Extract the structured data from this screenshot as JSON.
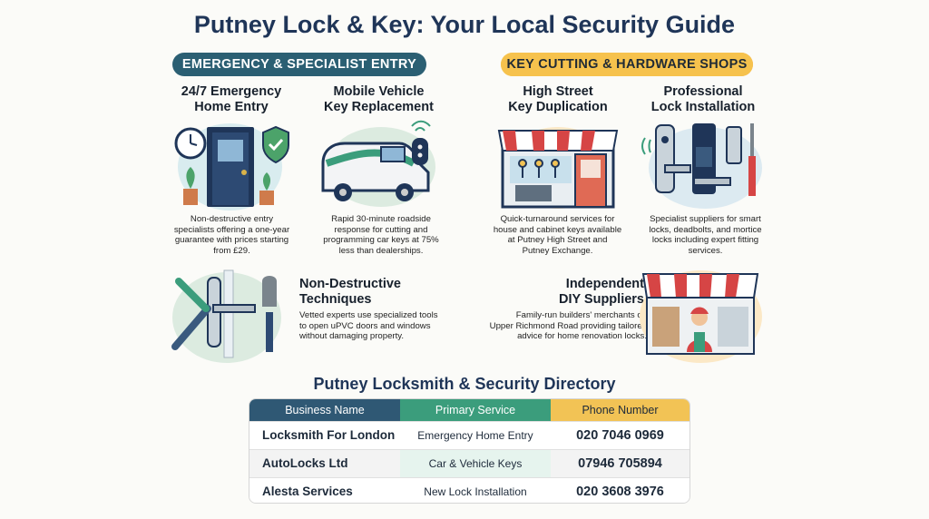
{
  "title": "Putney Lock & Key: Your Local Security Guide",
  "sections": {
    "left_label": "EMERGENCY & SPECIALIST ENTRY",
    "right_label": "KEY CUTTING & HARDWARE SHOPS"
  },
  "cards": {
    "emergency": {
      "heading": [
        "24/7 Emergency",
        "Home Entry"
      ],
      "text": [
        "Non-destructive entry",
        "specialists offering a one-year",
        "guarantee with prices starting",
        "from £29."
      ]
    },
    "vehicle": {
      "heading": [
        "Mobile Vehicle",
        "Key Replacement"
      ],
      "text": [
        "Rapid 30-minute roadside",
        "response for cutting and",
        "programming car keys at 75%",
        "less than dealerships."
      ]
    },
    "duplication": {
      "heading": [
        "High Street",
        "Key Duplication"
      ],
      "text": [
        "Quick-turnaround services for",
        "house and cabinet keys available",
        "at Putney High Street and",
        "Putney Exchange."
      ]
    },
    "installation": {
      "heading": [
        "Professional",
        "Lock Installation"
      ],
      "text": [
        "Specialist suppliers for smart",
        "locks, deadbolts, and mortice",
        "locks including expert fitting",
        "services."
      ]
    },
    "nondestructive": {
      "heading": [
        "Non-Destructive",
        "Techniques"
      ],
      "text": [
        "Vetted experts use specialized tools",
        "to open uPVC doors and windows",
        "without damaging property."
      ]
    },
    "diy": {
      "heading": [
        "Independent",
        "DIY Suppliers"
      ],
      "text": [
        "Family-run builders' merchants on",
        "Upper Richmond Road providing tailored",
        "advice for home renovation locks."
      ]
    }
  },
  "directory": {
    "title": "Putney Locksmith & Security Directory",
    "columns": [
      "Business Name",
      "Primary Service",
      "Phone Number"
    ],
    "rows": [
      {
        "name": "Locksmith For London",
        "service": "Emergency Home Entry",
        "phone": "020 7046 0969"
      },
      {
        "name": "AutoLocks Ltd",
        "service": "Car & Vehicle Keys",
        "phone": "07946 705894"
      },
      {
        "name": "Alesta Services",
        "service": "New Lock Installation",
        "phone": "020 3608 3976"
      }
    ]
  },
  "colors": {
    "navy": "#1f3558",
    "teal": "#2b5f73",
    "green": "#3b9d7c",
    "yellow": "#f2c355"
  }
}
